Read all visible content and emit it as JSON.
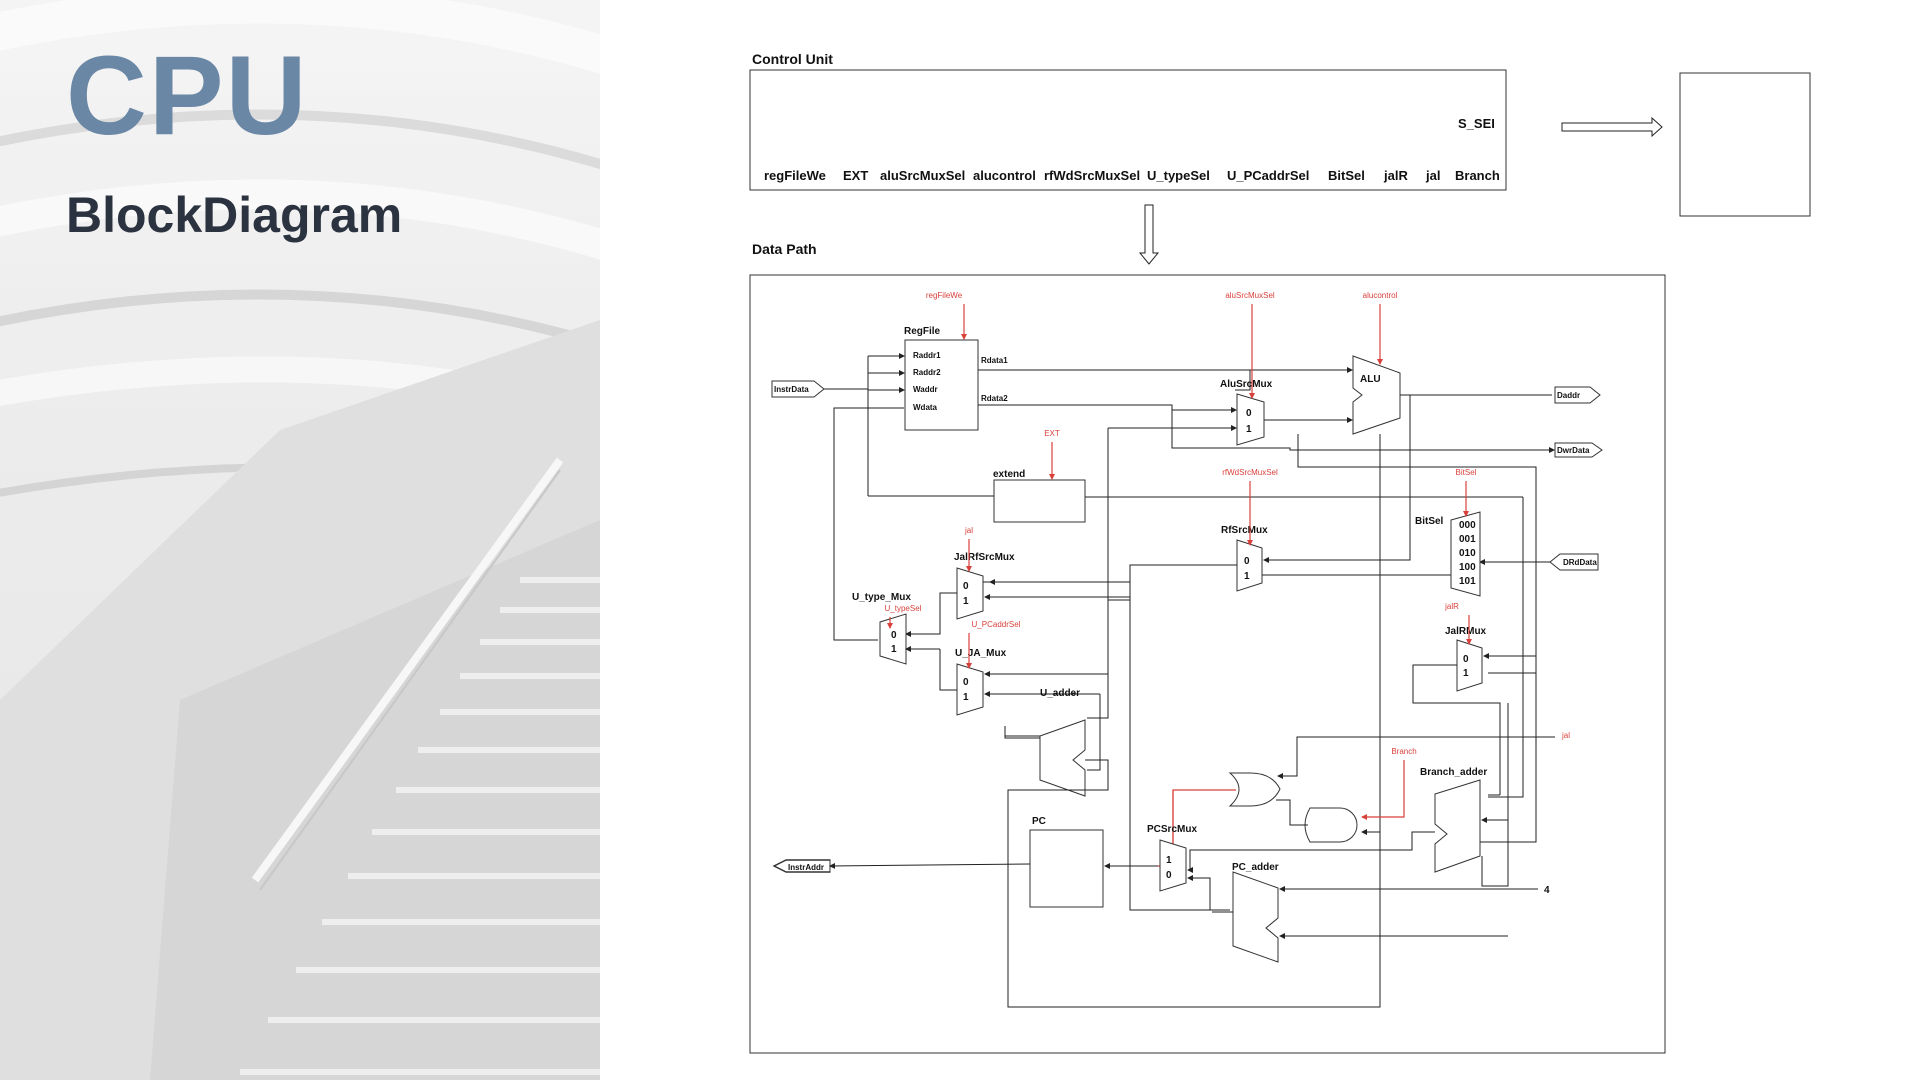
{
  "slide": {
    "title": "CPU",
    "subtitle": "BlockDiagram"
  },
  "control_unit": {
    "header": "Control Unit",
    "inner_label": "S_SEI",
    "signals": [
      "regFileWe",
      "EXT",
      "aluSrcMuxSel",
      "alucontrol",
      "rfWdSrcMuxSel",
      "U_typeSel",
      "U_PCaddrSel",
      "BitSel",
      "jalR",
      "jal",
      "Branch"
    ]
  },
  "data_path": {
    "header": "Data Path",
    "blocks": {
      "regfile": "RegFile",
      "regfile_ports": [
        "Raddr1",
        "Raddr2",
        "Waddr",
        "Wdata"
      ],
      "rdata1": "Rdata1",
      "rdata2": "Rdata2",
      "extend": "extend",
      "alusrcmux": "AluSrcMux",
      "alu": "ALU",
      "rfsrcmux": "RfSrcMux",
      "bitsel": "BitSel",
      "bitsel_options": [
        "000",
        "001",
        "010",
        "100",
        "101"
      ],
      "jalrfsrcmux": "JalRfSrcMux",
      "u_type_mux": "U_type_Mux",
      "u_ja_mux": "U_JA_Mux",
      "u_adder": "U_adder",
      "jalrmux": "JalRMux",
      "branch_adder": "Branch_adder",
      "pc": "PC",
      "pcsrcmux": "PCSrcMux",
      "pc_adder": "PC_adder",
      "const_four": "4"
    },
    "mux_inputs": {
      "zero": "0",
      "one": "1"
    },
    "ports": {
      "instr_data": "InstrData",
      "instr_addr": "InstrAddr",
      "daddr": "Daddr",
      "dwrdata": "DwrData",
      "drddata": "DRdData"
    },
    "controls": {
      "regfilewe": "regFileWe",
      "alusrcmuxsel": "aluSrcMuxSel",
      "alucontrol": "alucontrol",
      "ext": "EXT",
      "rfwdsrcmuxsel": "rfWdSrcMuxSel",
      "bitsel": "BitSel",
      "jal": "jal",
      "u_typesel": "U_typeSel",
      "u_pcaddrsel": "U_PCaddrSel",
      "jalr": "jalR",
      "jal_right": "jal",
      "branch": "Branch"
    }
  },
  "colors": {
    "title": "#6b87a6",
    "subtitle": "#2c3340",
    "control_signal": "#d9413b",
    "wire": "#222222"
  }
}
